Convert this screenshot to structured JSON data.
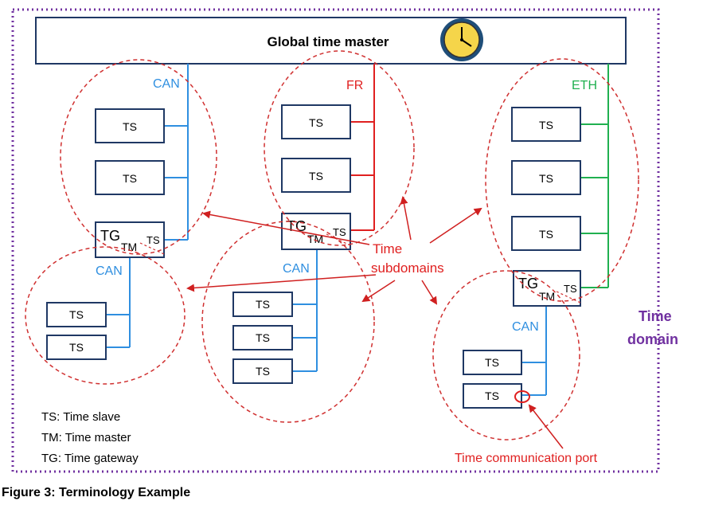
{
  "master": {
    "label": "Global time master"
  },
  "bus_labels": {
    "can_left": "CAN",
    "fr": "FR",
    "eth": "ETH",
    "can_sub_left": "CAN",
    "can_sub_mid": "CAN",
    "can_sub_right": "CAN"
  },
  "node": {
    "ts": "TS",
    "tg": "TG",
    "tm": "TM"
  },
  "annotations": {
    "time_subdomains_line1": "Time",
    "time_subdomains_line2": "subdomains",
    "time_domain_line1": "Time",
    "time_domain_line2": "domain",
    "time_comm_port": "Time communication port"
  },
  "legend": {
    "ts": "TS: Time slave",
    "tm": "TM: Time master",
    "tg": "TG: Time gateway"
  },
  "caption": "Figure 3: Terminology Example",
  "colors": {
    "can": "#2f8fe0",
    "fr": "#e02020",
    "eth": "#20b050",
    "box_border": "#1f3864",
    "domain": "#7030a0",
    "subdomain": "#d03030",
    "clock_face": "#f5d54a"
  },
  "icons": {
    "clock": "clock-icon"
  }
}
